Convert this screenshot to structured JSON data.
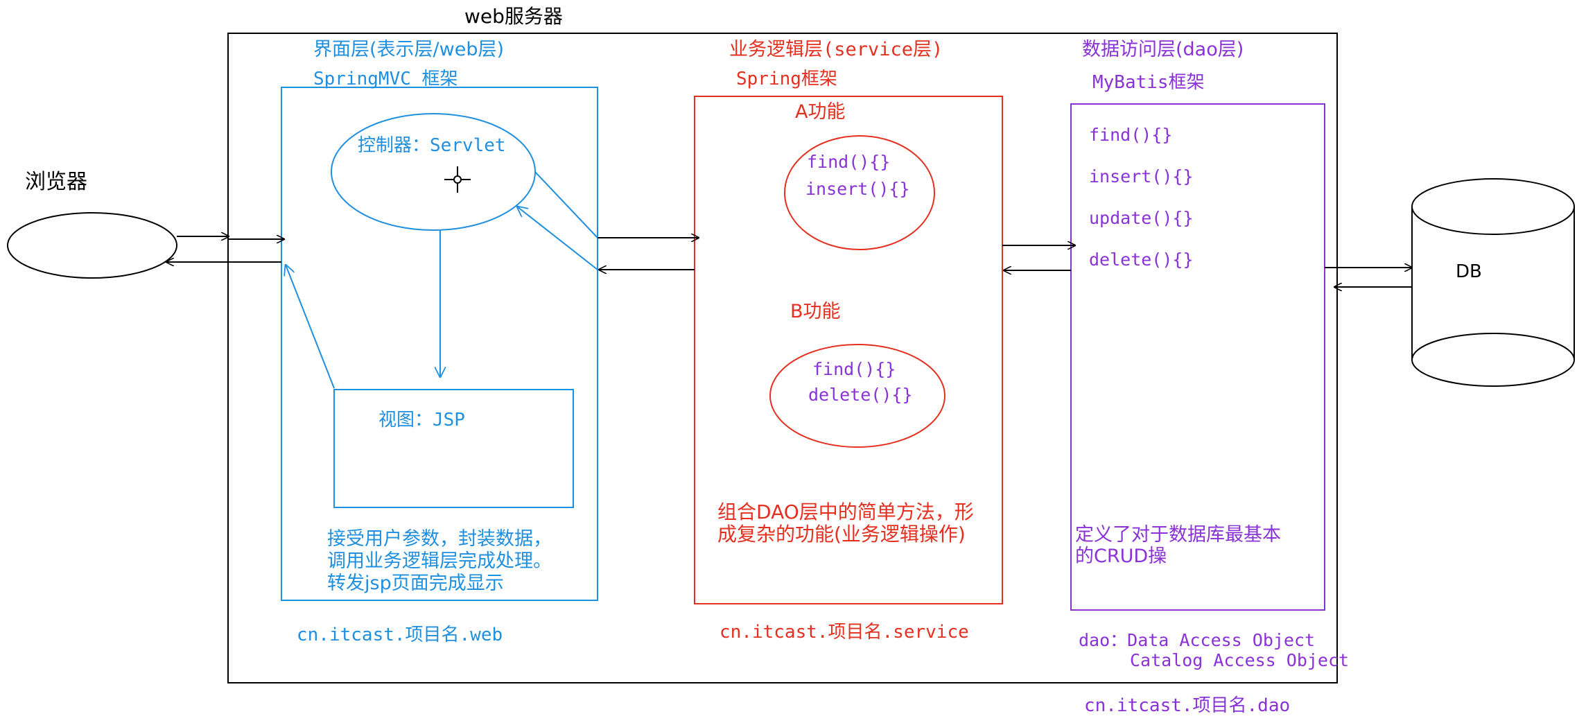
{
  "colors": {
    "black": "#000000",
    "web_blue": "#1f8fe0",
    "service_red": "#e53020",
    "dao_purple": "#8a32d8"
  },
  "server": {
    "label": "web服务器"
  },
  "browser": {
    "label": "浏览器"
  },
  "web_layer": {
    "title": "界面层(表示层/web层)",
    "framework": "SpringMVC 框架",
    "controller": "控制器：Servlet",
    "view": "视图：JSP",
    "desc": [
      "接受用户参数，封装数据，",
      "调用业务逻辑层完成处理。",
      "转发jsp页面完成显示"
    ],
    "package": "cn.itcast.项目名.web"
  },
  "service_layer": {
    "title": "业务逻辑层(service层)",
    "framework": "Spring框架",
    "feature_a": {
      "label": "A功能",
      "methods": [
        "find(){}",
        "insert(){}"
      ]
    },
    "feature_b": {
      "label": "B功能",
      "methods": [
        "find(){}",
        "delete(){}"
      ]
    },
    "desc": [
      "组合DAO层中的简单方法，形",
      "成复杂的功能(业务逻辑操作)"
    ],
    "package": "cn.itcast.项目名.service"
  },
  "dao_layer": {
    "title": "数据访问层(dao层)",
    "framework": "MyBatis框架",
    "methods": [
      "find(){}",
      "insert(){}",
      "update(){}",
      "delete(){}"
    ],
    "desc": [
      "定义了对于数据库最基本",
      "的CRUD操"
    ],
    "note_line1": "dao：Data Access Object",
    "note_line2": "Catalog Access Object",
    "package": "cn.itcast.项目名.dao"
  },
  "db": {
    "label": "DB"
  }
}
